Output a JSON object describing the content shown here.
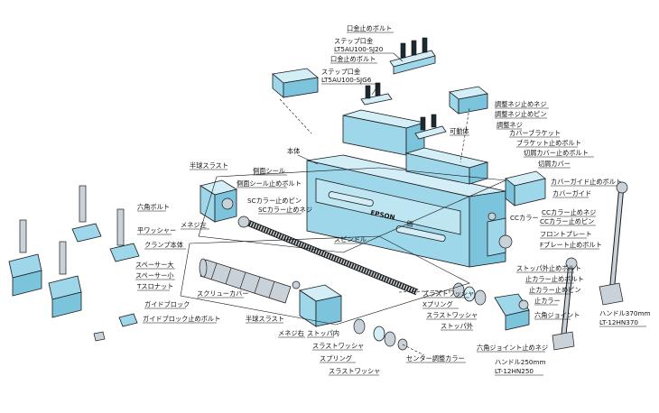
{
  "labels": {
    "kuchigane_bolt_a": "口金止めボルト",
    "step_kuchigane_a": "ステップ口金",
    "model_a": "LT5AU100-SJ20",
    "kuchigane_bolt_b": "口金止めボルト",
    "step_kuchigane_b": "ステップ口金",
    "model_b": "LT5AU100-SJG6",
    "chousei_bolt": "調整ネジ止めネジ",
    "chousei_pin": "調整ネジ止めピン",
    "kadoutai": "可動体",
    "chousei_neji": "調整ネジ",
    "cover_bracket": "カバーブラケット",
    "bracket_bolt": "ブラケット止めボルト",
    "kiriko_cover_bolt": "切屑カバー止めボルト",
    "kiriko_cover": "切屑カバー",
    "cover_guide_bolt": "カバーガイド止めボルト",
    "cover_guide": "カバーガイド",
    "hontai": "本体",
    "sokumen_seal": "側面シール",
    "seal_bolt": "側面シール止めボルト",
    "sc_collar": "SCカラー止めピン",
    "sc_collar_neji": "SCカラー止めネジ",
    "hankyu_thrust_a": "半球スラスト",
    "meneji_left_a": "メネジ左",
    "spindle": "スピンドル",
    "cc_collar_neji": "CCカラー止めネジ",
    "cc_collar_pin": "CCカラー止めピン",
    "cc_collar": "CCカラー",
    "front_plate": "フロントプレート",
    "f_plate_bolt": "Fプレート止めボルト",
    "rokkaku_bolt": "六角ボルト",
    "hira_washer": "平ワッシャー",
    "clamp_hontai": "クランプ本体",
    "spacer_dai": "スペーサー大",
    "spacer_shou": "スペーサー小",
    "t_slot_nut": "Tスロナット",
    "guide_block": "ガイドブロック",
    "guide_block_bolt": "ガイドブロック止めボルト",
    "screw_cover": "スクリューカバー",
    "hankyu_thrust_b": "半球スラスト",
    "meneji_right": "メネジ右",
    "stopper_inner": "ストッパ内",
    "thrust_washer_a": "スラストワッシャ",
    "spring_a": "スプリング",
    "thrust_washer_b": "スラストワッシャ",
    "center_collar": "センター調整カラー",
    "thrust_washer_c": "スラストワッシャ",
    "x_spring": "Xプリング",
    "thrust_washer_d": "スラストワッシャ",
    "stopper_outer_a": "ストッパ外",
    "stopper_outer_bolt": "ストッパ外止めボルト",
    "collar_bolt": "止カラー止めボルト",
    "collar_pin": "止カラー止めピン",
    "collar": "止カラー",
    "rokkaku_joint": "六角ジョイント",
    "handle_370": "ハンドル370mm",
    "handle_370_model": "LT-12HN370",
    "rokkaku_joint_neji": "六角ジョイント止めネジ",
    "handle_250": "ハンドル250mm",
    "handle_250_model": "LT-12HN250",
    "brand": "EPSON",
    "plate_mark": "固"
  },
  "colors": {
    "part": "#9fd7ea",
    "part_dark": "#7cc3dc",
    "part_light": "#d3eef7",
    "metal": "#c9d2d8",
    "line": "#1a1a1a"
  }
}
